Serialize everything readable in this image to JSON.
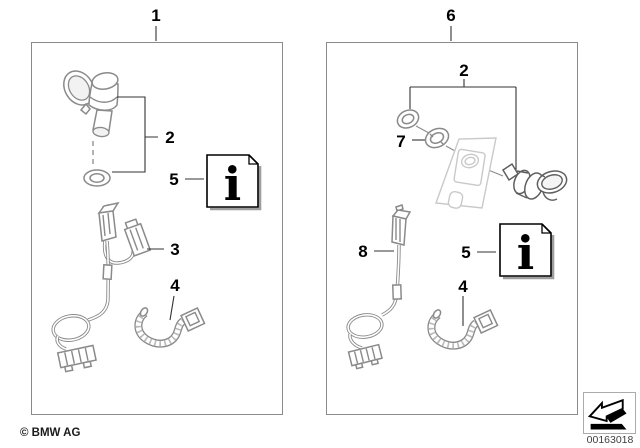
{
  "colors": {
    "panel_border": "#8a8a8a",
    "line_art": "#8a8a8a",
    "dark_art": "#5f5f5f",
    "light_sketch": "#c9c9c9",
    "leader": "#333333",
    "label_text": "#000000",
    "footer_text": "#1a1a1a",
    "image_number_text": "#3f3f3f"
  },
  "panels": [
    {
      "label": "1",
      "callouts": {
        "socket_and_grommet": "2",
        "wiring_harness": "3",
        "adapter_lead": "4",
        "info_card": "5"
      }
    },
    {
      "label": "6",
      "callouts": {
        "socket_and_grommet": "2",
        "washer": "7",
        "wiring_harness": "8",
        "adapter_lead": "4",
        "info_card": "5"
      }
    }
  ],
  "info_card_glyph": "i",
  "footer": {
    "copyright": "© BMW AG",
    "image_number": "00163018"
  }
}
